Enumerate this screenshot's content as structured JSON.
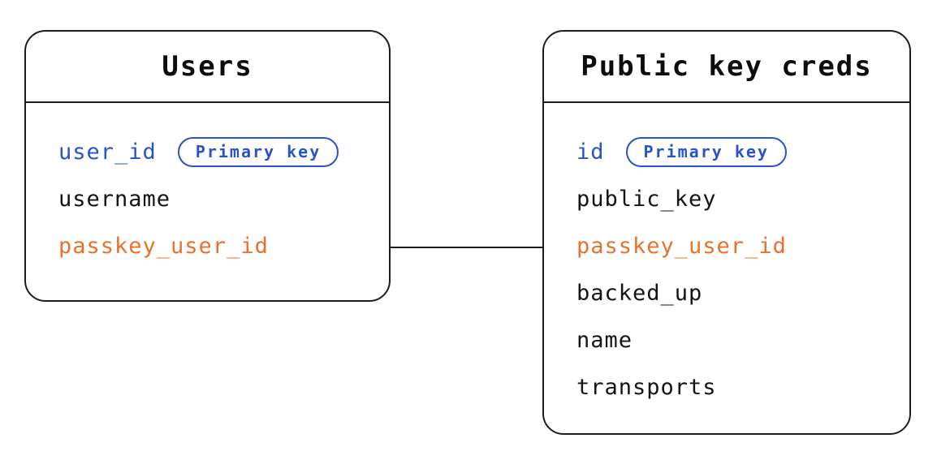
{
  "diagram": {
    "tables": [
      {
        "title": "Users",
        "fields": [
          {
            "name": "user_id",
            "color": "blue",
            "badge": "Primary key"
          },
          {
            "name": "username",
            "color": "black"
          },
          {
            "name": "passkey_user_id",
            "color": "orange"
          }
        ]
      },
      {
        "title": "Public key creds",
        "fields": [
          {
            "name": "id",
            "color": "blue",
            "badge": "Primary key"
          },
          {
            "name": "public_key",
            "color": "black"
          },
          {
            "name": "passkey_user_id",
            "color": "orange"
          },
          {
            "name": "backed_up",
            "color": "black"
          },
          {
            "name": "name",
            "color": "black"
          },
          {
            "name": "transports",
            "color": "black"
          }
        ]
      }
    ],
    "relationship": {
      "from_table": "Users",
      "from_field": "passkey_user_id",
      "to_table": "Public key creds",
      "to_field": "passkey_user_id"
    },
    "colors": {
      "primary_key_blue": "#2a52c9",
      "linked_field_orange": "#e8722d",
      "text_black": "#141414",
      "border_black": "#1d1d1d",
      "background": "#ffffff"
    }
  }
}
